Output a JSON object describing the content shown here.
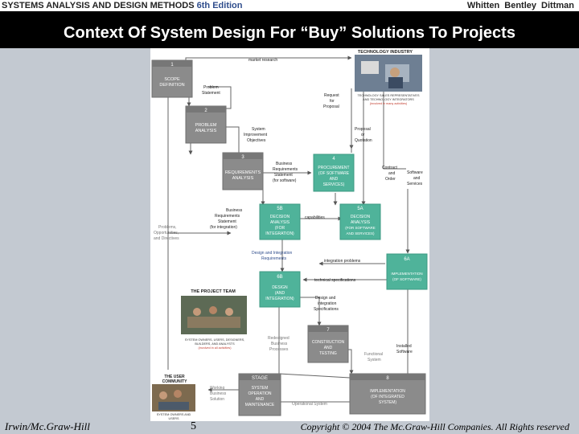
{
  "header": {
    "book": "SYSTEMS ANALYSIS AND DESIGN METHODS",
    "edition": "6th Edition",
    "authors": "Whitten Bentley Dittman"
  },
  "slide": {
    "title": "Context Of System Design For “Buy” Solutions To Projects"
  },
  "diagram": {
    "boxes": {
      "scope": {
        "num": "1",
        "lines": [
          "SCOPE",
          "DEFINITION"
        ]
      },
      "problem": {
        "num": "2",
        "lines": [
          "PROBLEM",
          "ANALYSIS"
        ]
      },
      "req": {
        "num": "3",
        "lines": [
          "REQUIREMENTS",
          "ANALYSIS"
        ]
      },
      "procure": {
        "num": "4",
        "lines": [
          "PROCUREMENT",
          "(OF SOFTWARE",
          "AND",
          "SERVICES)"
        ]
      },
      "d5b": {
        "num": "5B",
        "lines": [
          "DECISION",
          "ANALYSIS",
          "(FOR",
          "INTEGRATION)"
        ]
      },
      "d5a": {
        "num": "5A",
        "lines": [
          "DECISION",
          "ANALYSIS",
          "(FOR SOFTWARE",
          "AND SERVICES)"
        ]
      },
      "impl6a": {
        "num": "6A",
        "lines": [
          "IMPLEMENTATION",
          "(OF SOFTWARE)"
        ]
      },
      "des6b": {
        "num": "6B",
        "lines": [
          "DESIGN",
          "(AND",
          "INTEGRATION)"
        ]
      },
      "build7": {
        "num": "7",
        "lines": [
          "CONSTRUCTION",
          "AND",
          "TESTING"
        ]
      },
      "impl8": {
        "num": "8",
        "lines": [
          "IMPLEMENTATION",
          "(OF INTEGRATED",
          "SYSTEM)"
        ]
      },
      "stage": {
        "num": "STAGE",
        "lines": [
          "SYSTEM",
          "OPERATION",
          "AND",
          "MAINTENANCE"
        ]
      }
    },
    "tech": {
      "heading": "TECHNOLOGY INDUSTRY",
      "caption": [
        "TECHNOLOGY SALES REPRESENTATIVES",
        "AND TECHNOLOGY INTEGRATORS"
      ],
      "note": "(involved in many activities)"
    },
    "team": {
      "heading": "THE PROJECT TEAM",
      "caption": [
        "SYSTEM OWNERS, USERS, DESIGNERS,",
        "BUILDERS, AND ANALYSTS"
      ],
      "note": "(involved in all activities)"
    },
    "community": {
      "heading": [
        "THE USER",
        "COMMUNITY"
      ],
      "caption": [
        "SYSTEM OWNERS AND",
        "USERS"
      ]
    },
    "labels": {
      "market": "market research",
      "problem_stmt": [
        "Problem",
        "Statement"
      ],
      "request": [
        "Request",
        "for",
        "Proposal"
      ],
      "improvement": [
        "System",
        "Improvement",
        "Objectives"
      ],
      "proposal": [
        "Proposal",
        "or",
        "Quotation"
      ],
      "bizreq_sw": [
        "Business",
        "Requirements",
        "Statement",
        "(for software)"
      ],
      "contract": [
        "Contract",
        "and",
        "Order"
      ],
      "sw_services": [
        "Software",
        "and",
        "Services"
      ],
      "bizreq_int": [
        "Business",
        "Requirements",
        "Statement",
        "(for integration)"
      ],
      "capabilities": "capabilities",
      "problems": [
        "Problems,",
        "Opportunities,",
        "and Directives"
      ],
      "design_int_req": [
        "Design and Integration",
        "Requirements"
      ],
      "int_problems": "integration problems",
      "tech_specs": "technical specifications",
      "design_int_spec": [
        "Design and",
        "integration",
        "Specifications"
      ],
      "redesigned": [
        "Redesigned",
        "Business",
        "Processes"
      ],
      "functional": [
        "Functional",
        "System"
      ],
      "installed": [
        "Installed",
        "Software"
      ],
      "working": [
        "Working",
        "Business",
        "Solution"
      ],
      "operational": "Operational System"
    }
  },
  "footer": {
    "publisher": "Irwin/Mc.Graw-Hill",
    "page": "5",
    "copyright": "Copyright © 2004 The Mc.Graw-Hill Companies. All Rights reserved"
  }
}
